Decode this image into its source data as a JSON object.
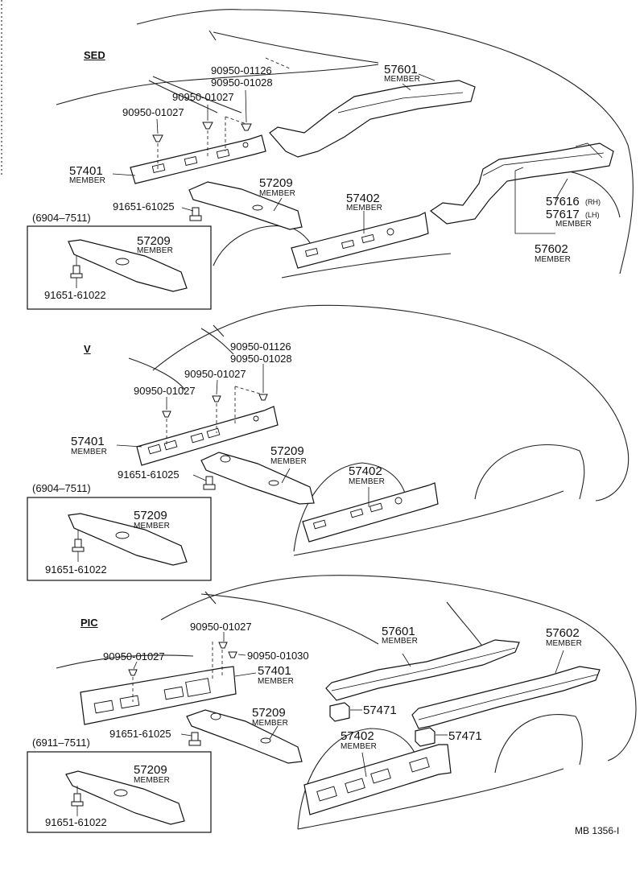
{
  "sections": [
    {
      "id": "sed",
      "title": "SED",
      "inset_range": "(6904–7511)",
      "labels": {
        "p_57601": "57601",
        "p_57601_sub": "MEMBER",
        "p_90950_01126": "90950-01126",
        "p_90950_01028": "90950-01028",
        "p_90950_01027a": "90950-01027",
        "p_90950_01027b": "90950-01027",
        "p_57401": "57401",
        "p_57401_sub": "MEMBER",
        "p_57209": "57209",
        "p_57209_sub": "MEMBER",
        "p_91651_61025": "91651-61025",
        "p_57402": "57402",
        "p_57402_sub": "MEMBER",
        "p_57616": "57616",
        "p_57616_side": "(RH)",
        "p_57617": "57617",
        "p_57617_side": "(LH)",
        "p_57617_sub": "MEMBER",
        "p_57602": "57602",
        "p_57602_sub": "MEMBER",
        "inset_57209": "57209",
        "inset_57209_sub": "MEMBER",
        "inset_91651": "91651-61022"
      }
    },
    {
      "id": "v",
      "title": "V",
      "inset_range": "(6904–7511)",
      "labels": {
        "p_90950_01126": "90950-01126",
        "p_90950_01028": "90950-01028",
        "p_90950_01027a": "90950-01027",
        "p_90950_01027b": "90950-01027",
        "p_57401": "57401",
        "p_57401_sub": "MEMBER",
        "p_57209": "57209",
        "p_57209_sub": "MEMBER",
        "p_91651_61025": "91651-61025",
        "p_57402": "57402",
        "p_57402_sub": "MEMBER",
        "inset_57209": "57209",
        "inset_57209_sub": "MEMBER",
        "inset_91651": "91651-61022"
      }
    },
    {
      "id": "pic",
      "title": "PIC",
      "inset_range": "(6911–7511)",
      "labels": {
        "p_90950_01027a": "90950-01027",
        "p_90950_01027b": "90950-01027",
        "p_90950_01030": "90950-01030",
        "p_57401": "57401",
        "p_57401_sub": "MEMBER",
        "p_57601": "57601",
        "p_57601_sub": "MEMBER",
        "p_57602": "57602",
        "p_57602_sub": "MEMBER",
        "p_57471a": "57471",
        "p_57471b": "57471",
        "p_57209": "57209",
        "p_57209_sub": "MEMBER",
        "p_91651_61025": "91651-61025",
        "p_57402": "57402",
        "p_57402_sub": "MEMBER",
        "inset_57209": "57209",
        "inset_57209_sub": "MEMBER",
        "inset_91651": "91651-61022"
      }
    }
  ],
  "footer": {
    "code": "MB 1356-I"
  }
}
